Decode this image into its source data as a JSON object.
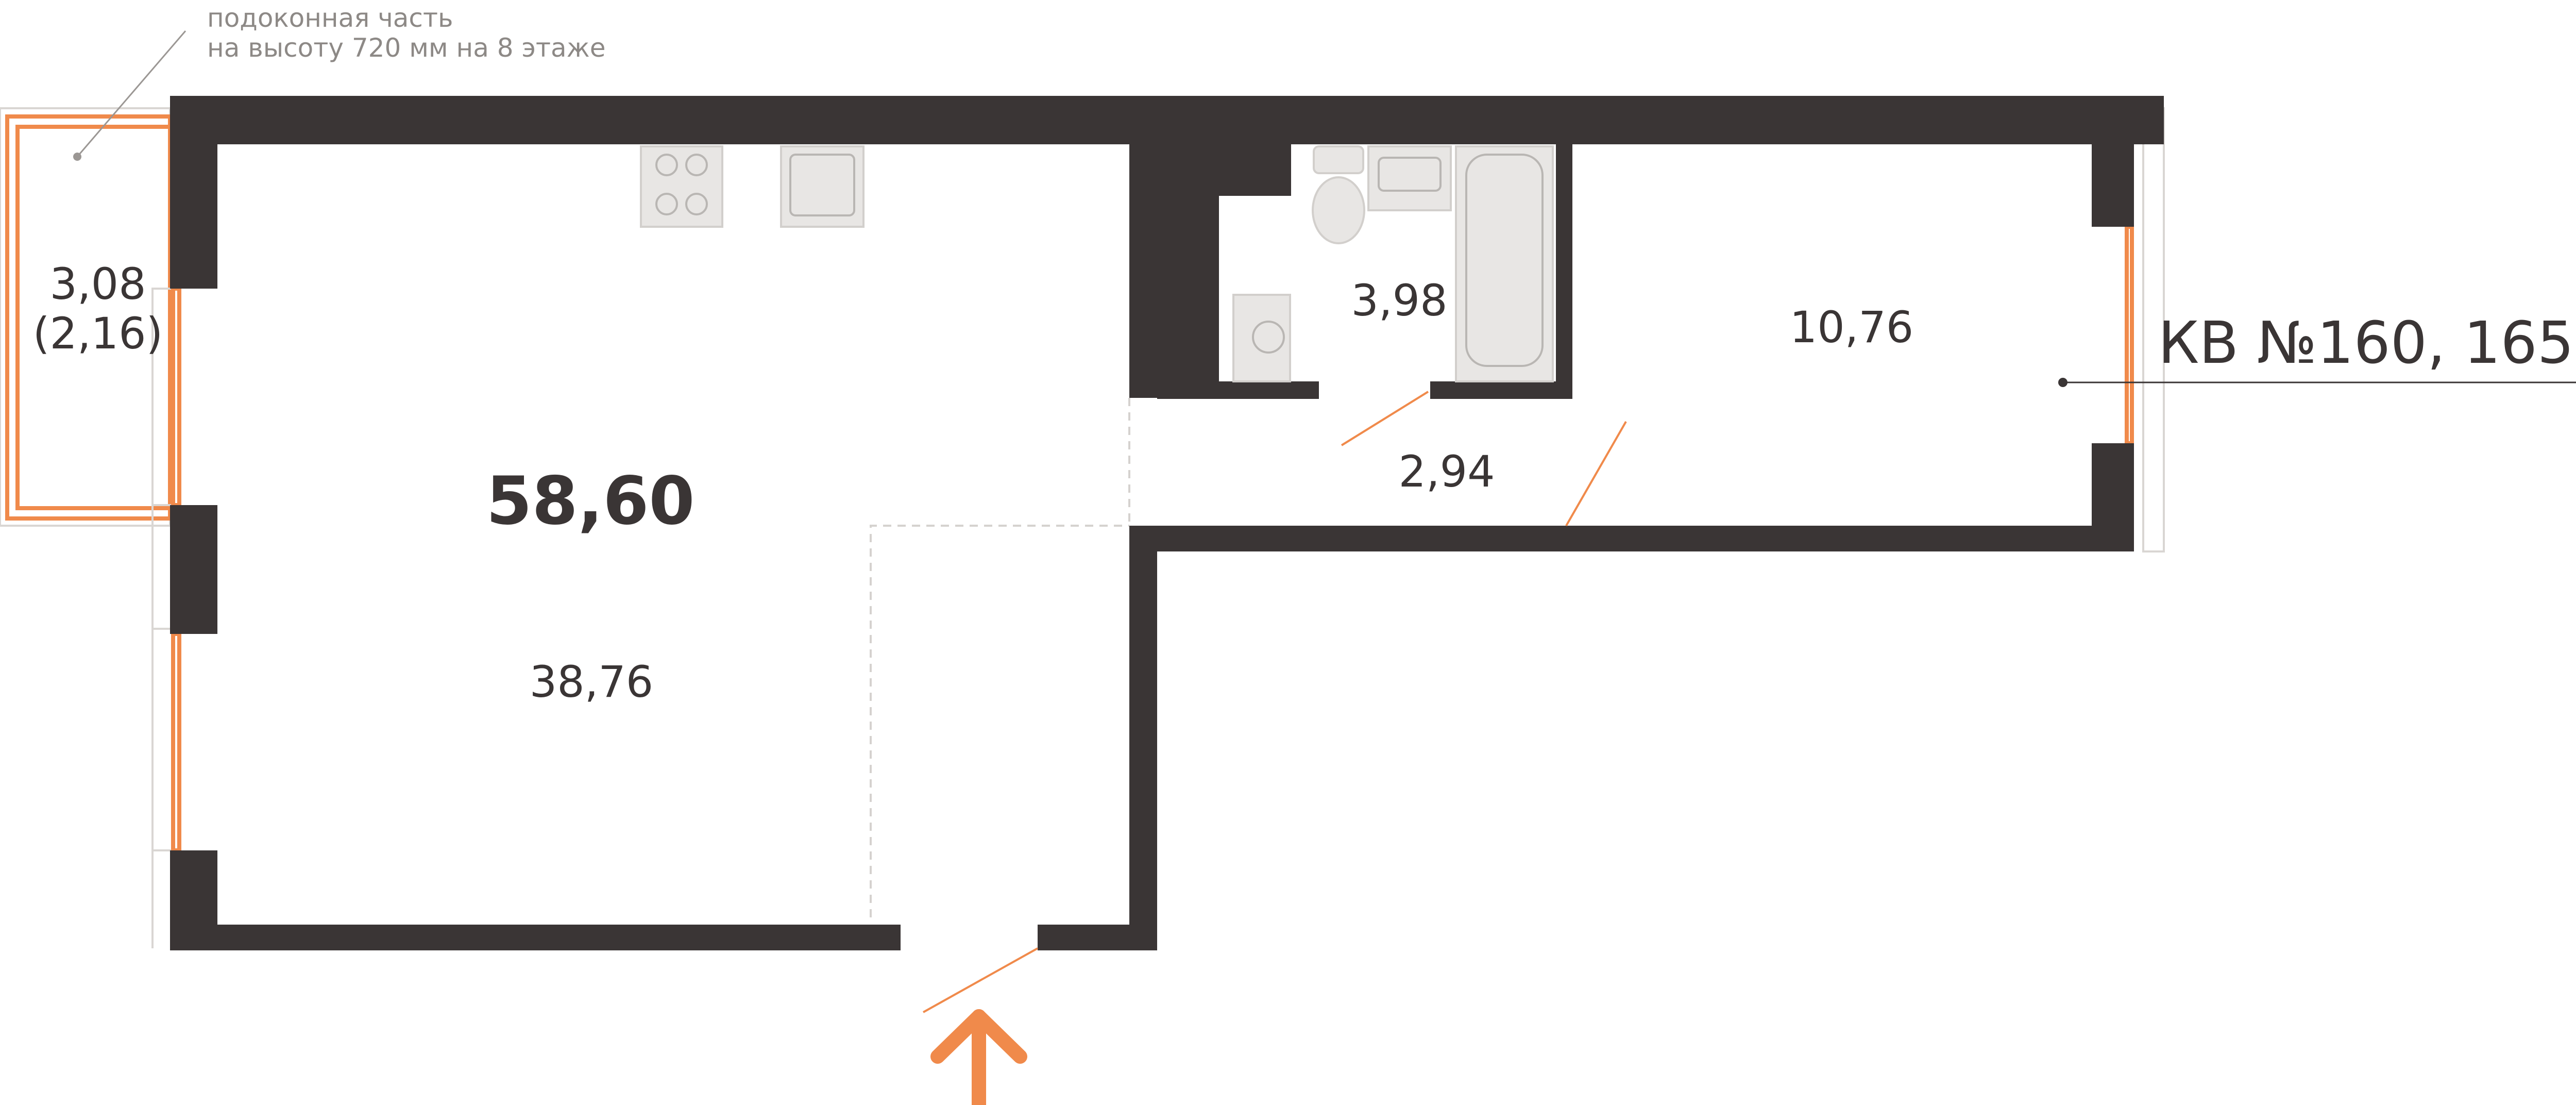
{
  "apartment_label": "КВ №160, 165",
  "total_area": "58,60",
  "rooms": {
    "living_room_area": "38,76",
    "bedroom_area": "10,76",
    "bathroom_area": "3,98",
    "corridor_area": "2,94",
    "loggia_area": "3,08",
    "loggia_area_reduced": "(2,16)"
  },
  "note": {
    "line1": "подоконная часть",
    "line2": "на высоту 720 мм на 8 этаже"
  },
  "colors": {
    "walls": "#3a3535",
    "accent": "#f08a4b",
    "text": "#3a3535",
    "note_text": "#8d8986"
  },
  "icons": [
    "entrance-arrow-icon",
    "stove-icon",
    "kitchen-sink-icon",
    "toilet-icon",
    "washbasin-icon",
    "bathtub-icon",
    "washing-machine-icon"
  ]
}
